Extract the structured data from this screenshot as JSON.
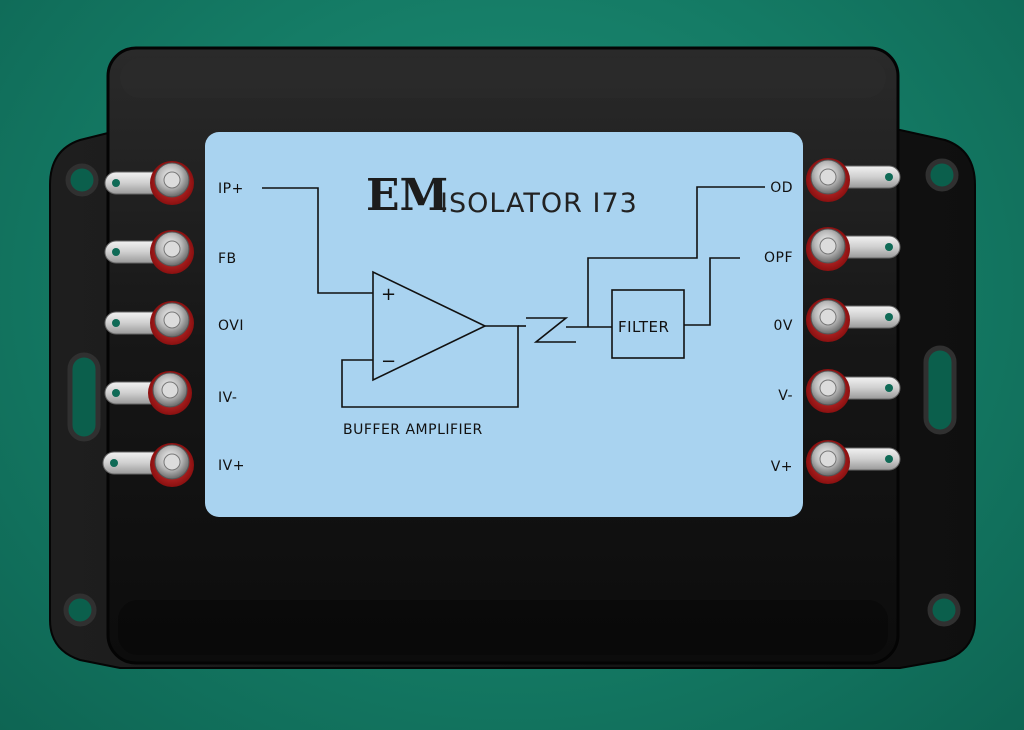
{
  "logo": "EM",
  "title": "ISOLATOR I73",
  "filter_label": "FILTER",
  "amp_caption": "BUFFER AMPLIFIER",
  "amp_plus": "+",
  "amp_minus": "−",
  "left_terminals": [
    "IP+",
    "FB",
    "OVI",
    "IV-",
    "IV+"
  ],
  "right_terminals": [
    "OD",
    "OPF",
    "0V",
    "V-",
    "V+"
  ],
  "colors": {
    "background": "#147a64",
    "enclosure": "#141414",
    "label": "#a9d3f0",
    "line": "#111111"
  },
  "icons": [
    "terminal-post-icon",
    "mounting-hole-icon",
    "opamp-symbol-icon",
    "isolation-barrier-icon"
  ]
}
